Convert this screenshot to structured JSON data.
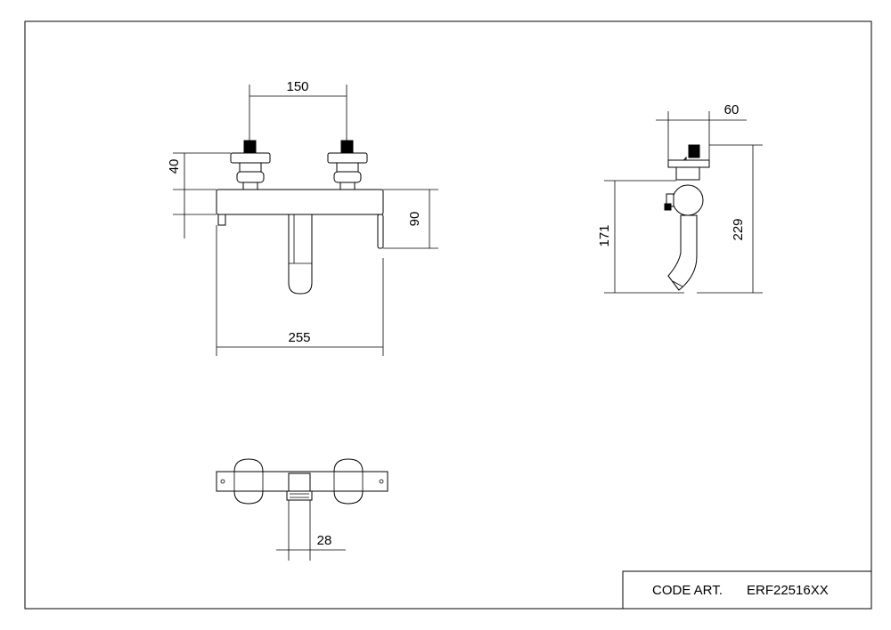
{
  "dimensions": {
    "handle_spacing": "150",
    "depth_top": "60",
    "inlet_height": "40",
    "body_height": "90",
    "spout_drop": "171",
    "overall_height": "229",
    "overall_width": "255",
    "spout_diameter": "28"
  },
  "title_block": {
    "code_label": "CODE ART.",
    "code_value": "ERF22516XX"
  }
}
